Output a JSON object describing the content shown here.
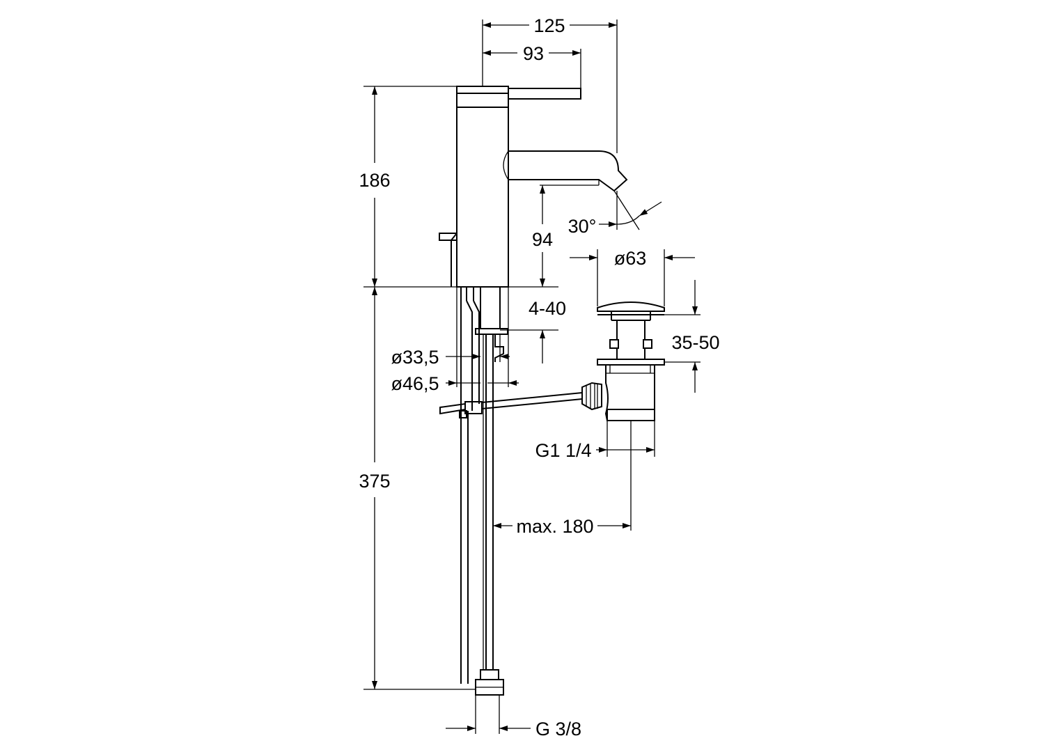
{
  "dimensions": {
    "width_total": "125",
    "width_lever": "93",
    "height_body": "186",
    "spout_height": "94",
    "spout_angle": "30°",
    "waste_diameter": "ø63",
    "deck_thickness": "4-40",
    "waste_height": "35-50",
    "diameter_inner": "ø33,5",
    "diameter_outer": "ø46,5",
    "waste_thread": "G1 1/4",
    "rod_reach": "max. 180",
    "hose_length": "375",
    "hose_thread": "G 3/8"
  }
}
